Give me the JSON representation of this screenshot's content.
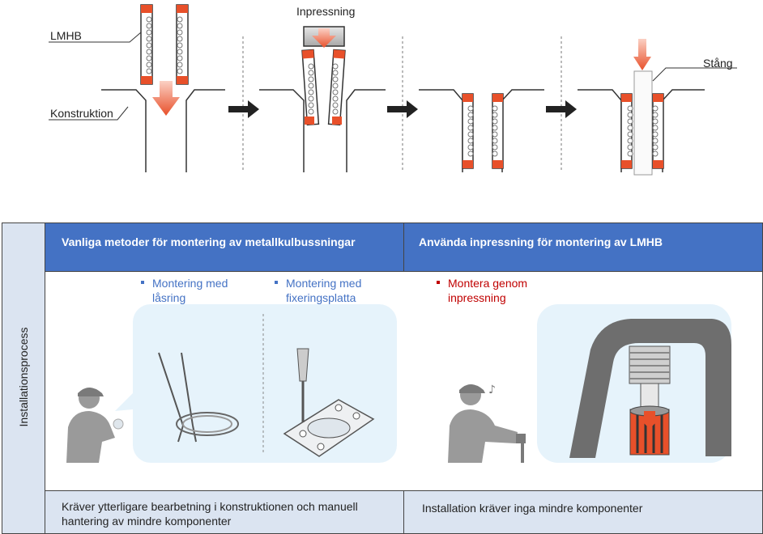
{
  "diagram": {
    "labels": {
      "lmhb": "LMHB",
      "konstruktion": "Konstruktion",
      "inpressning": "Inpressning",
      "stang": "Stång"
    }
  },
  "table": {
    "row_header": "Installationsprocess",
    "col1": {
      "header": "Vanliga metoder för montering av metallkulbussningar",
      "bullet1_line1": "Montering med",
      "bullet1_line2": "låsring",
      "bullet2_line1": "Montering med",
      "bullet2_line2": "fixeringsplatta",
      "footer_line1": "Kräver ytterligare bearbetning i konstruktionen och manuell",
      "footer_line2": "hantering av mindre komponenter"
    },
    "col2": {
      "header": "Använda inpressning för montering av LMHB",
      "bullet1_line1": "Montera genom",
      "bullet1_line2": "inpressning",
      "footer": "Installation kräver inga mindre komponenter"
    }
  },
  "colors": {
    "header_blue": "#4472c4",
    "light_blue": "#dbe4f1",
    "red_accent": "#c00000",
    "orange": "#e8502a"
  }
}
